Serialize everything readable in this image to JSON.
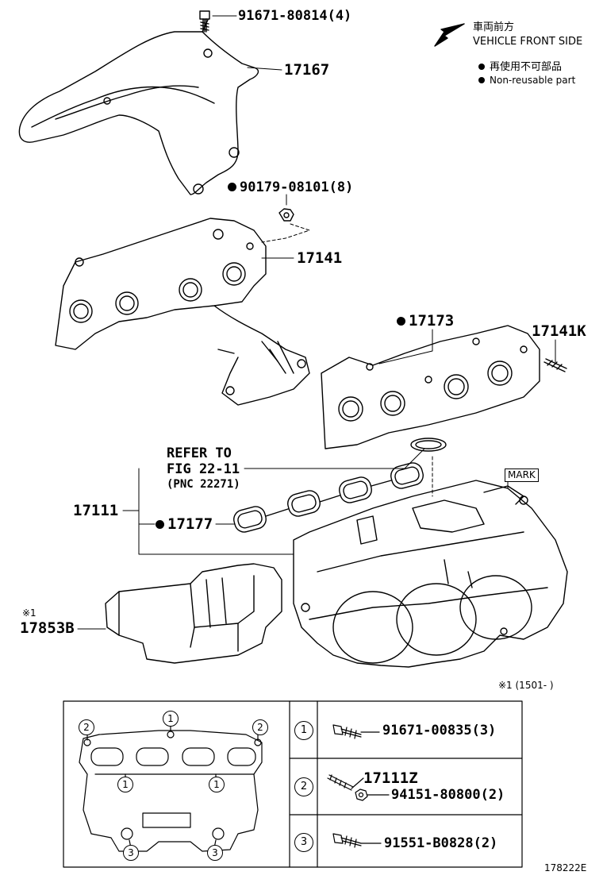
{
  "header": {
    "front_jp": "車両前方",
    "front_en": "VEHICLE FRONT SIDE",
    "legend_jp": "再使用不可部品",
    "legend_en": "Non-reusable part"
  },
  "parts": {
    "p91671_80814": "91671-80814(4)",
    "p17167": "17167",
    "p90179_08101": "90179-08101(8)",
    "p17141": "17141",
    "p17173": "17173",
    "p17141K": "17141K",
    "refer_line1": "REFER TO",
    "refer_line2": "FIG 22-11",
    "refer_line3": "(PNC 22271)",
    "p17111": "17111",
    "p17177": "17177",
    "mark": "MARK",
    "note_mark": "※1",
    "p17853B": "17853B",
    "footnote": "※1 (1501-      )"
  },
  "table": {
    "rows": [
      {
        "num": "1",
        "parts": [
          "91671-00835(3)"
        ]
      },
      {
        "num": "2",
        "parts": [
          "17111Z",
          "94151-80800(2)"
        ]
      },
      {
        "num": "3",
        "parts": [
          "91551-B0828(2)"
        ]
      }
    ],
    "inset_markers": [
      "1",
      "2",
      "2",
      "1",
      "1",
      "3",
      "3"
    ]
  },
  "figure_id": "178222E"
}
